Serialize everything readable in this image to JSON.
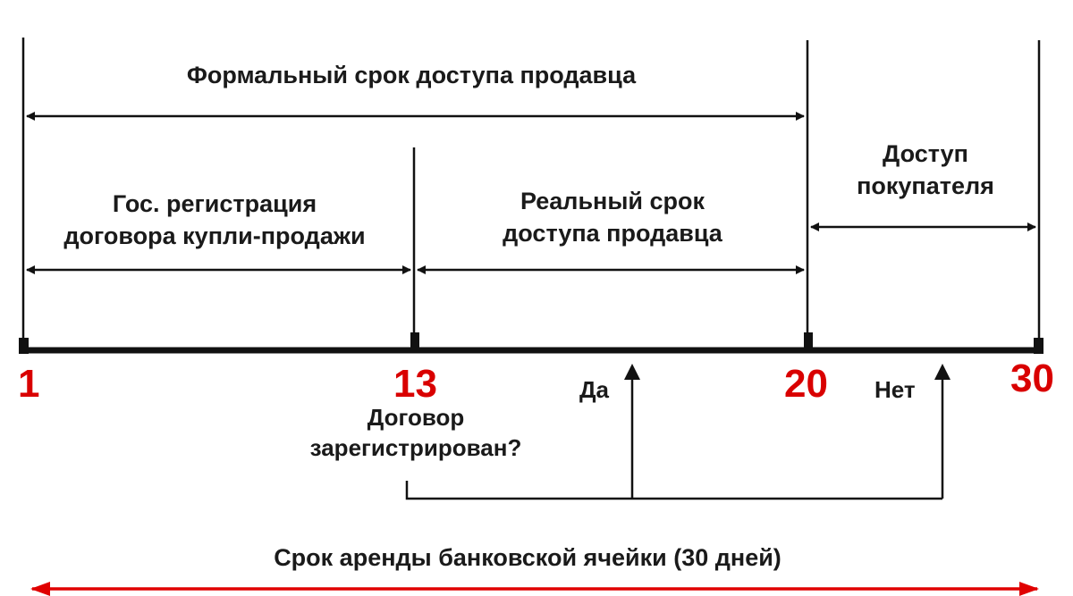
{
  "labels": {
    "formal_seller_access": "Формальный срок доступа продавца",
    "state_registration_line1": "Гос. регистрация",
    "state_registration_line2": "договора купли-продажи",
    "real_seller_access_line1": "Реальный срок",
    "real_seller_access_line2": "доступа продавца",
    "buyer_access_line1": "Доступ",
    "buyer_access_line2": "покупателя",
    "question_line1": "Договор",
    "question_line2": "зарегистрирован?",
    "answer_yes": "Да",
    "answer_no": "Нет",
    "rental_period": "Срок аренды банковской ячейки (30 дней)"
  },
  "days": {
    "start": "1",
    "registration_done": "13",
    "formal_end": "20",
    "end": "30"
  },
  "colors": {
    "line": "#111111",
    "text": "#1a1a1a",
    "day_numbers": "#d90000",
    "rental_arrow": "#e00000"
  }
}
